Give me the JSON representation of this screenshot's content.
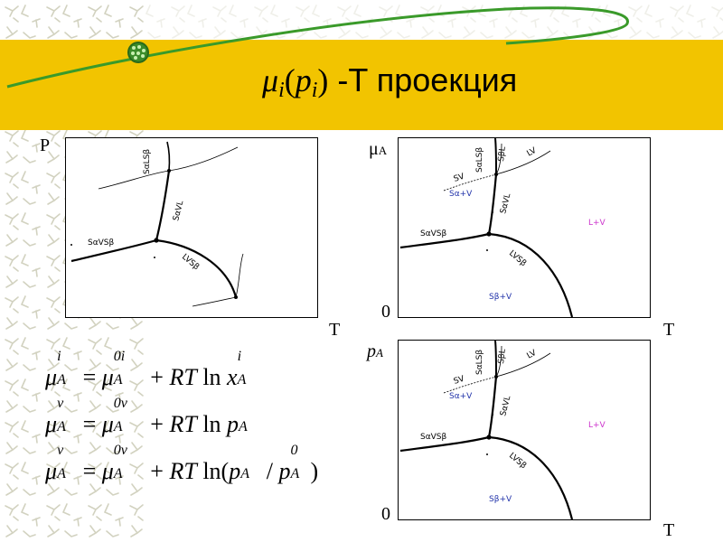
{
  "title": {
    "mu": "μ",
    "sub_i": "i",
    "paren_open": "(",
    "p": "p",
    "sub_i2": "i",
    "paren_close": ")",
    "rest": " -T проекция"
  },
  "colors": {
    "band": "#f2c400",
    "swoosh": "#3a9a2a",
    "label_blue": "#2233aa",
    "label_magenta": "#cc33cc",
    "line": "#000000"
  },
  "decor": {
    "ball_icon": "green-ball-icon"
  },
  "panel_left": {
    "y_axis_label": "P",
    "x_axis_label": "T",
    "labels": {
      "s_alpha_l_s_beta": "SαLSβ",
      "s_alpha_v_l": "SαVL",
      "s_alpha_v_s_beta": "SαVSβ",
      "l_v_s_beta": "LVSβ"
    }
  },
  "panel_top_right": {
    "y_axis_label_main": "μ",
    "y_axis_label_sub": "A",
    "origin_label": "0",
    "x_axis_label": "T",
    "labels": {
      "s_alpha_l_s_beta": "SαLSβ",
      "s_beta_l": "SβL",
      "l_v": "LV",
      "s_v": "SV",
      "s_alpha_v": "Sα+V",
      "s_alpha_v_l": "SαVL",
      "s_alpha_v_s_beta": "SαVSβ",
      "l_v_s_beta": "LVSβ",
      "l_plus_v": "L+V",
      "s_beta_plus_v": "Sβ+V"
    }
  },
  "panel_bottom_right": {
    "y_axis_label_main": "p",
    "y_axis_label_sub": "A",
    "origin_label": "0",
    "x_axis_label": "T",
    "labels": {
      "s_alpha_l_s_beta": "SαLSβ",
      "s_beta_l": "SβL",
      "l_v": "LV",
      "s_v": "SV",
      "s_alpha_v": "Sα+V",
      "s_alpha_v_l": "SαVL",
      "s_alpha_v_s_beta": "SαVSβ",
      "l_v_s_beta": "LVSβ",
      "l_plus_v": "L+V",
      "s_beta_plus_v": "Sβ+V"
    }
  },
  "equations": [
    {
      "lhs_mu": "μ",
      "lhs_sup": "i",
      "lhs_sub": "A",
      "eq": " = ",
      "rhs_mu": "μ",
      "rhs_sup": "0i",
      "rhs_sub": "A",
      "plus": " + ",
      "rt": "RT",
      "ln": " ln ",
      "arg": "x",
      "arg_sup": "i",
      "arg_sub": "A"
    },
    {
      "lhs_mu": "μ",
      "lhs_sup": "v",
      "lhs_sub": "A",
      "eq": " = ",
      "rhs_mu": "μ",
      "rhs_sup": "0v",
      "rhs_sub": "A",
      "plus": " + ",
      "rt": "RT",
      "ln": " ln ",
      "arg": "p",
      "arg_sub": "A"
    },
    {
      "lhs_mu": "μ",
      "lhs_sup": "v",
      "lhs_sub": "A",
      "eq": " = ",
      "rhs_mu": "μ",
      "rhs_sup": "0v",
      "rhs_sub": "A",
      "plus": " + ",
      "rt": "RT",
      "ln": " ln(",
      "arg": "p",
      "arg_sub": "A",
      "div": " / ",
      "arg2": "p",
      "arg2_sup": "0",
      "arg2_sub": "A",
      "close": ")"
    }
  ]
}
